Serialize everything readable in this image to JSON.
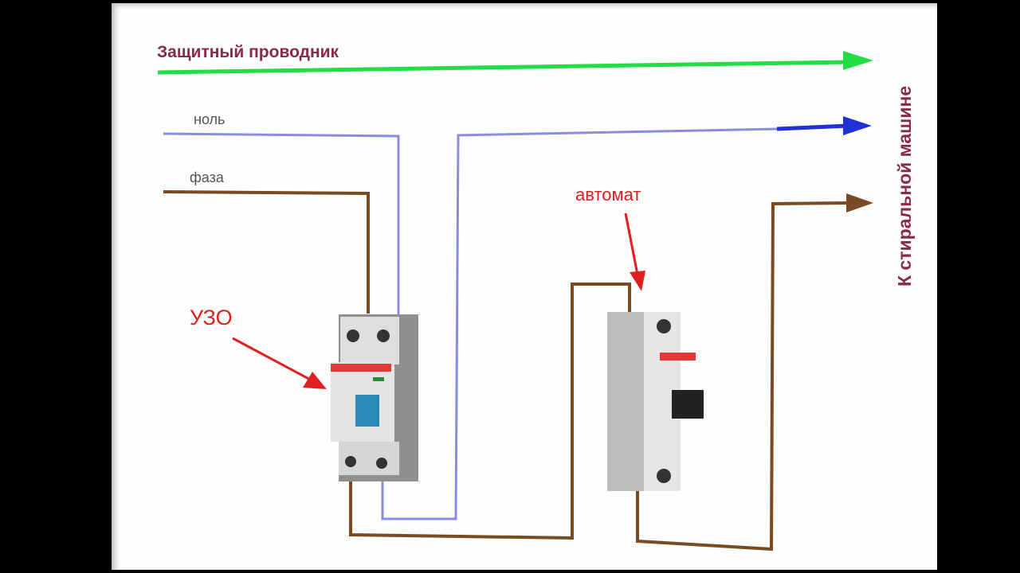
{
  "labels": {
    "protective_conductor": "Защитный проводник",
    "neutral": "ноль",
    "phase": "фаза",
    "rcd": "УЗО",
    "breaker": "автомат",
    "destination": "К стиральной машине"
  },
  "colors": {
    "ground": "#22dd44",
    "neutral": "#8a8ee0",
    "neutral_arrow": "#2230d8",
    "phase": "#7a4a22",
    "pointer": "#e02020",
    "label": "#8a2a4a"
  }
}
